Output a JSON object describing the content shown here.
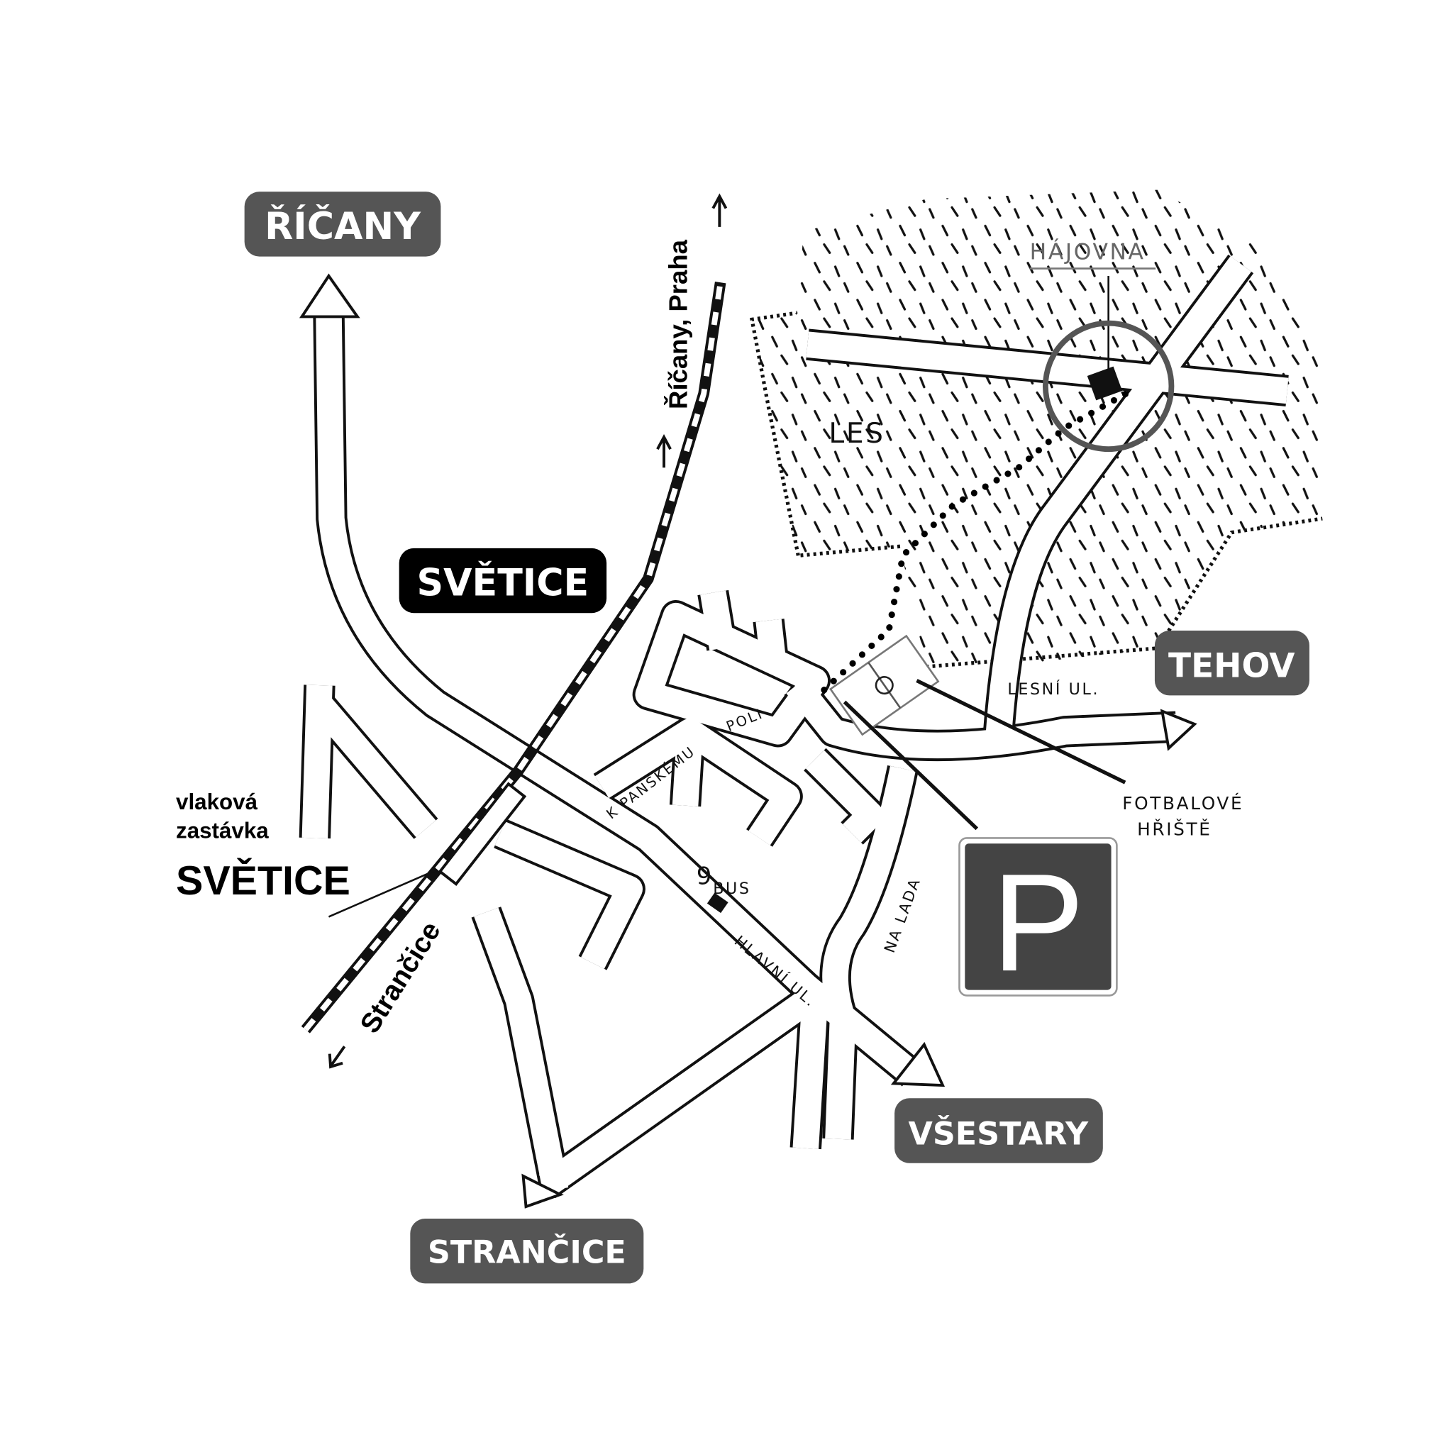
{
  "destinations": {
    "ricany": "ŘÍČANY",
    "tehov": "TEHOV",
    "vsestary": "VŠESTARY",
    "strancice": "STRANČICE"
  },
  "village": "SVĚTICE",
  "railway": {
    "north_direction": "Říčany, Praha",
    "south_direction": "Strančice",
    "station_line1": "vlaková",
    "station_line2": "zastávka",
    "station_name": "SVĚTICE"
  },
  "streets": {
    "poli": "POLI",
    "k_panskemu": "K PANSKÉMU",
    "hlavni": "HLAVNÍ UL.",
    "na_lada": "NA LADA",
    "lesni": "LESNÍ UL."
  },
  "places": {
    "forest": "LES",
    "hajovna": "HÁJOVNA",
    "football_line1": "FOTBALOVÉ",
    "football_line2": "HŘIŠTĚ",
    "bus": "BUS",
    "bus_line": "9"
  },
  "parking_sign": "P",
  "colors": {
    "label_bg": "#555555",
    "village_bg": "#000000",
    "parking_bg": "#444444"
  }
}
